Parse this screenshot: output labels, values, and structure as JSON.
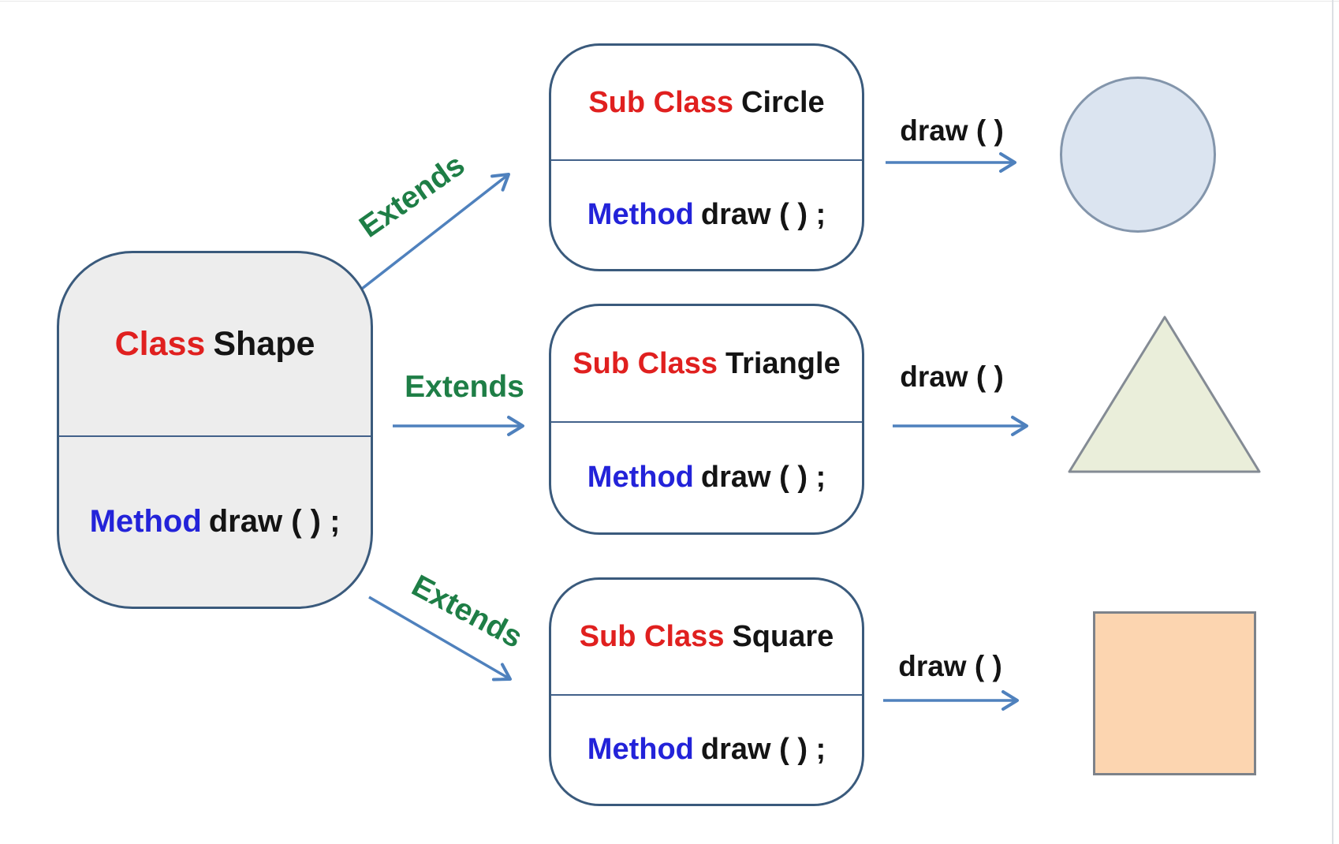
{
  "base_class": {
    "keyword": "Class",
    "name": "Shape",
    "method_keyword": "Method",
    "method_signature": "draw ( ) ;"
  },
  "subclasses": [
    {
      "extends_label": "Extends",
      "keyword": "Sub Class",
      "name": "Circle",
      "method_keyword": "Method",
      "method_signature": "draw ( ) ;",
      "call_label": "draw ( )",
      "result_shape": "circle"
    },
    {
      "extends_label": "Extends",
      "keyword": "Sub Class",
      "name": "Triangle",
      "method_keyword": "Method",
      "method_signature": "draw ( ) ;",
      "call_label": "draw ( )",
      "result_shape": "triangle"
    },
    {
      "extends_label": "Extends",
      "keyword": "Sub Class",
      "name": "Square",
      "method_keyword": "Method",
      "method_signature": "draw ( ) ;",
      "call_label": "draw ( )",
      "result_shape": "square"
    }
  ],
  "colors": {
    "keyword_red": "#e0201f",
    "method_blue": "#2323d9",
    "extends_green": "#1e7e46",
    "arrow_blue": "#4f81bd",
    "box_border": "#3a5a7c",
    "base_box_fill": "#ededed",
    "circle_fill": "#dbe4f0",
    "triangle_fill": "#eaeeda",
    "square_fill": "#fcd5b0",
    "text_black": "#141414"
  }
}
